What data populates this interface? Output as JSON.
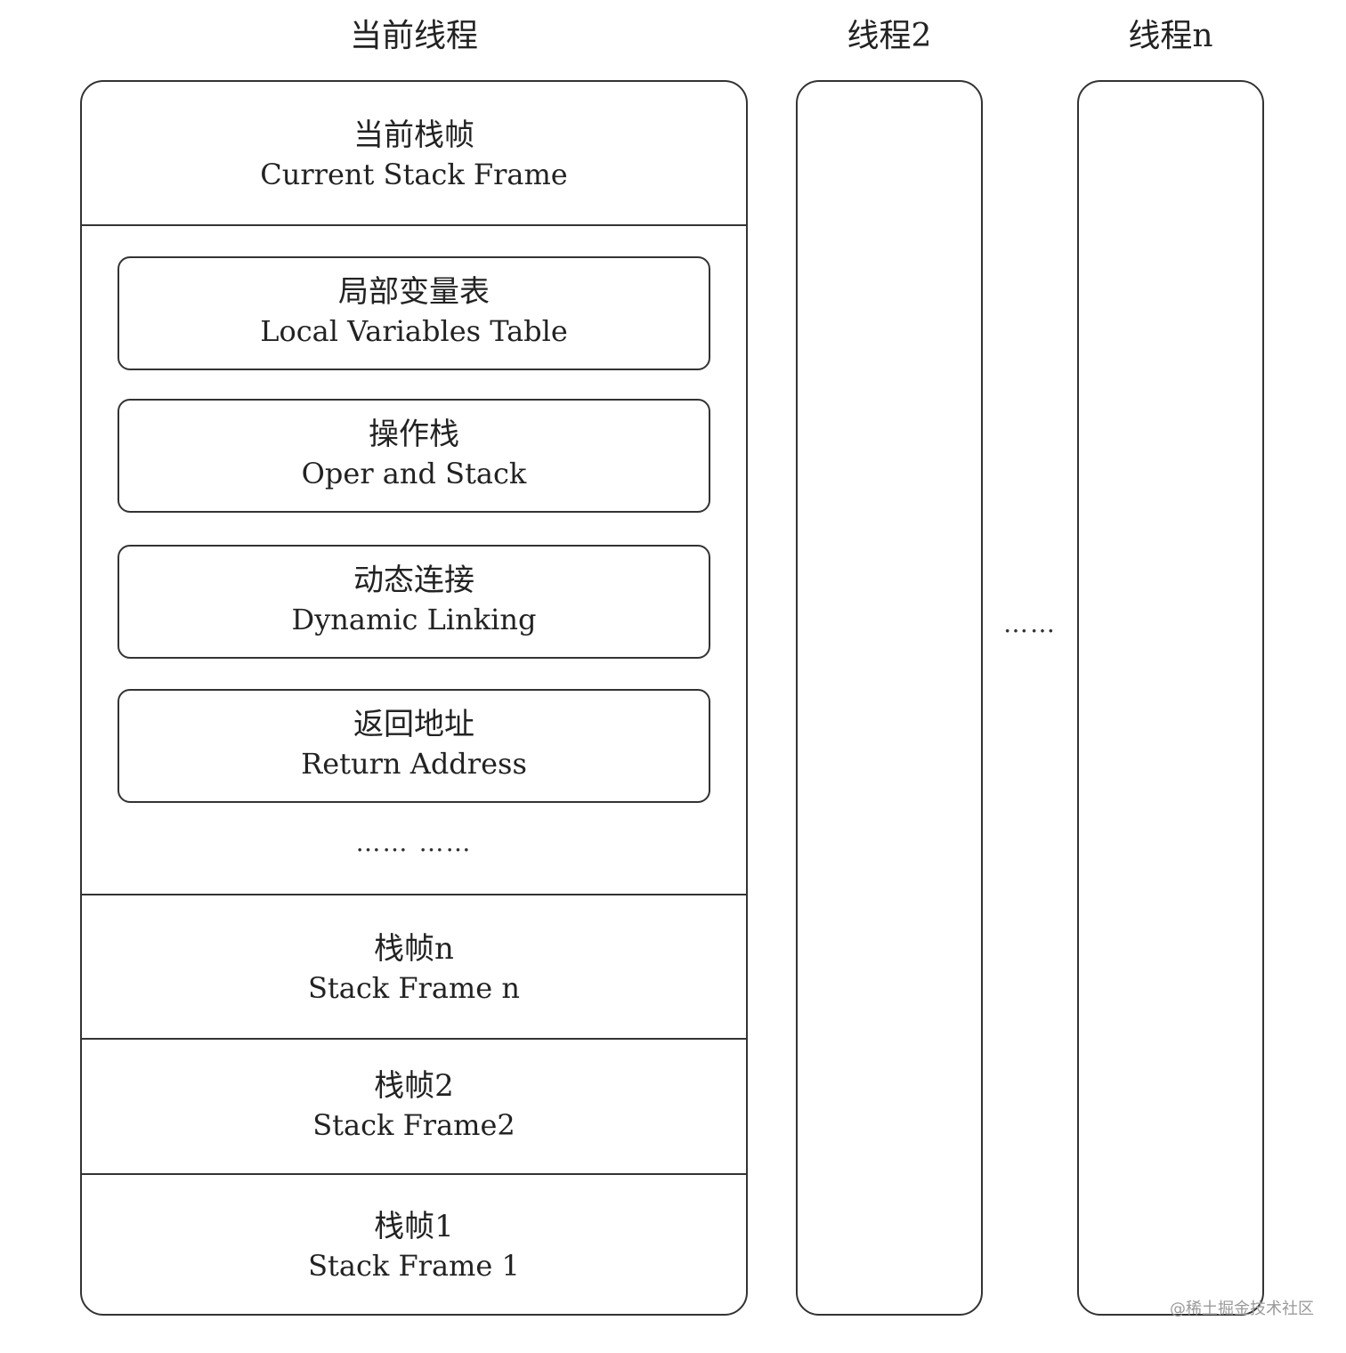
{
  "threads": {
    "current": "当前线程",
    "t2": "线程2",
    "tn": "线程n"
  },
  "current_frame": {
    "cn": "当前栈帧",
    "en": "Current Stack Frame"
  },
  "frame_parts": [
    {
      "cn": "局部变量表",
      "en": "Local Variables Table"
    },
    {
      "cn": "操作栈",
      "en": "Oper and Stack"
    },
    {
      "cn": "动态连接",
      "en": "Dynamic Linking"
    },
    {
      "cn": "返回地址",
      "en": "Return Address"
    }
  ],
  "inner_ellipsis": "…… ……",
  "frames": [
    {
      "cn": "栈帧n",
      "en": "Stack Frame n"
    },
    {
      "cn": "栈帧2",
      "en": "Stack Frame2"
    },
    {
      "cn": "栈帧1",
      "en": "Stack Frame 1"
    }
  ],
  "between_threads_ellipsis": "……",
  "watermark": "@稀土掘金技术社区"
}
